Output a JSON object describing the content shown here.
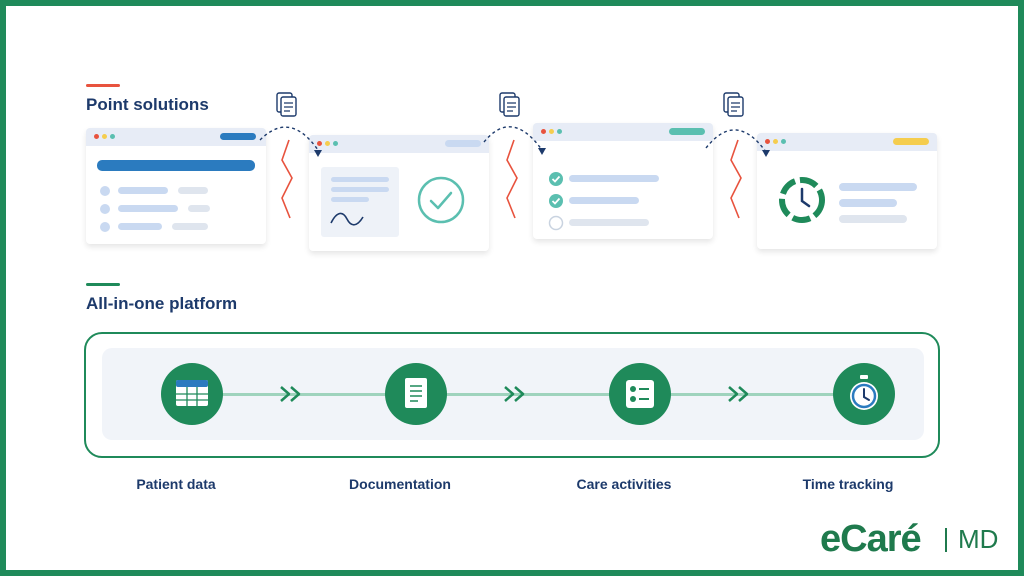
{
  "colors": {
    "brand_green": "#1f8a5a",
    "title_navy": "#1d3a6b",
    "accent_red": "#e8533e",
    "teal": "#5bbfb0",
    "blue": "#2b7bbf",
    "yellow": "#f5cd4e"
  },
  "point_solutions": {
    "title": "Point solutions",
    "handoff_icon": "documents-icon",
    "break_icon": "zigzag-break-icon"
  },
  "platform": {
    "title": "All-in-one platform",
    "steps": [
      {
        "label": "Patient data",
        "icon": "table-icon"
      },
      {
        "label": "Documentation",
        "icon": "document-icon"
      },
      {
        "label": "Care activities",
        "icon": "checklist-icon"
      },
      {
        "label": "Time tracking",
        "icon": "stopwatch-icon"
      }
    ],
    "connector_icon": "double-chevron-right-icon"
  },
  "logo": {
    "brand": "eCaré",
    "suffix": "MD"
  }
}
